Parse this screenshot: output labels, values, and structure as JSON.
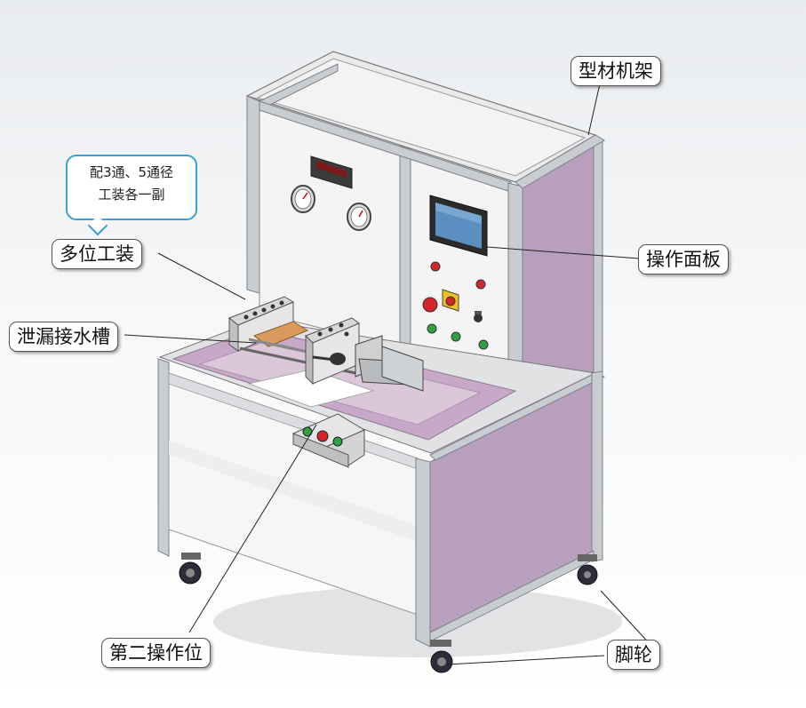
{
  "labels": {
    "profile_frame": "型材机架",
    "tooling_note_line1": "配3通、5通径",
    "tooling_note_line2": "工装各一副",
    "multi_station_fixture": "多位工装",
    "leak_drain_tray": "泄漏接水槽",
    "control_panel": "操作面板",
    "second_station": "第二操作位",
    "casters": "脚轮"
  },
  "colors": {
    "frame": "#c9ccd1",
    "frame_edge": "#7d8186",
    "panel_white": "#f4f4f4",
    "side_panel": "#b79fbd",
    "note_border": "#3a9fd8",
    "button_red": "#d3252a",
    "button_green": "#2ea046",
    "cylinder_gold": "#d9a86a"
  },
  "icons": [
    "pressure-gauge-icon",
    "digital-display-icon",
    "touch-screen-icon",
    "emergency-stop-icon",
    "rotary-switch-icon",
    "caster-wheel-icon"
  ]
}
